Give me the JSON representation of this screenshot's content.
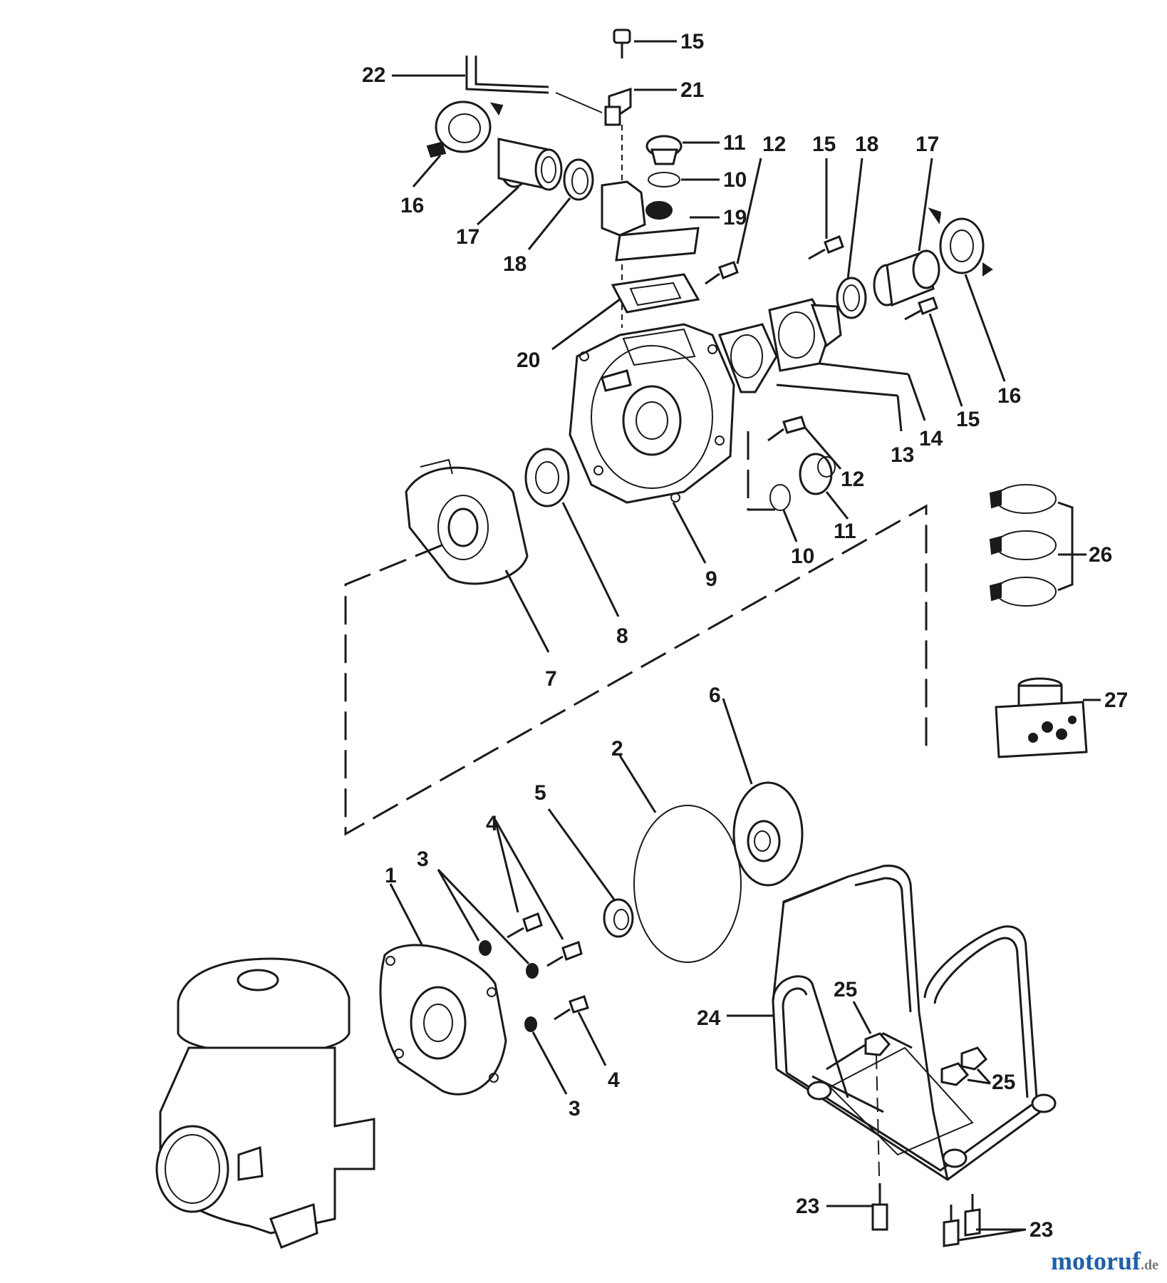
{
  "callouts": [
    {
      "id": "c15a",
      "label": "15"
    },
    {
      "id": "c22",
      "label": "22"
    },
    {
      "id": "c21",
      "label": "21"
    },
    {
      "id": "c11a",
      "label": "11"
    },
    {
      "id": "c10a",
      "label": "10"
    },
    {
      "id": "c19",
      "label": "19"
    },
    {
      "id": "c16a",
      "label": "16"
    },
    {
      "id": "c17a",
      "label": "17"
    },
    {
      "id": "c18a",
      "label": "18"
    },
    {
      "id": "c12a",
      "label": "12"
    },
    {
      "id": "c15b",
      "label": "15"
    },
    {
      "id": "c18b",
      "label": "18"
    },
    {
      "id": "c17b",
      "label": "17"
    },
    {
      "id": "c20",
      "label": "20"
    },
    {
      "id": "c13",
      "label": "13"
    },
    {
      "id": "c14",
      "label": "14"
    },
    {
      "id": "c15c",
      "label": "15"
    },
    {
      "id": "c16b",
      "label": "16"
    },
    {
      "id": "c12b",
      "label": "12"
    },
    {
      "id": "c11b",
      "label": "11"
    },
    {
      "id": "c10b",
      "label": "10"
    },
    {
      "id": "c9",
      "label": "9"
    },
    {
      "id": "c8",
      "label": "8"
    },
    {
      "id": "c7",
      "label": "7"
    },
    {
      "id": "c26",
      "label": "26"
    },
    {
      "id": "c27",
      "label": "27"
    },
    {
      "id": "c6",
      "label": "6"
    },
    {
      "id": "c2",
      "label": "2"
    },
    {
      "id": "c5",
      "label": "5"
    },
    {
      "id": "c4a",
      "label": "4"
    },
    {
      "id": "c3a",
      "label": "3"
    },
    {
      "id": "c1",
      "label": "1"
    },
    {
      "id": "c3b",
      "label": "3"
    },
    {
      "id": "c4b",
      "label": "4"
    },
    {
      "id": "c25a",
      "label": "25"
    },
    {
      "id": "c24",
      "label": "24"
    },
    {
      "id": "c25b",
      "label": "25"
    },
    {
      "id": "c23a",
      "label": "23"
    },
    {
      "id": "c23b",
      "label": "23"
    }
  ],
  "watermark": {
    "main": "motoruf",
    "suffix": ".de"
  }
}
